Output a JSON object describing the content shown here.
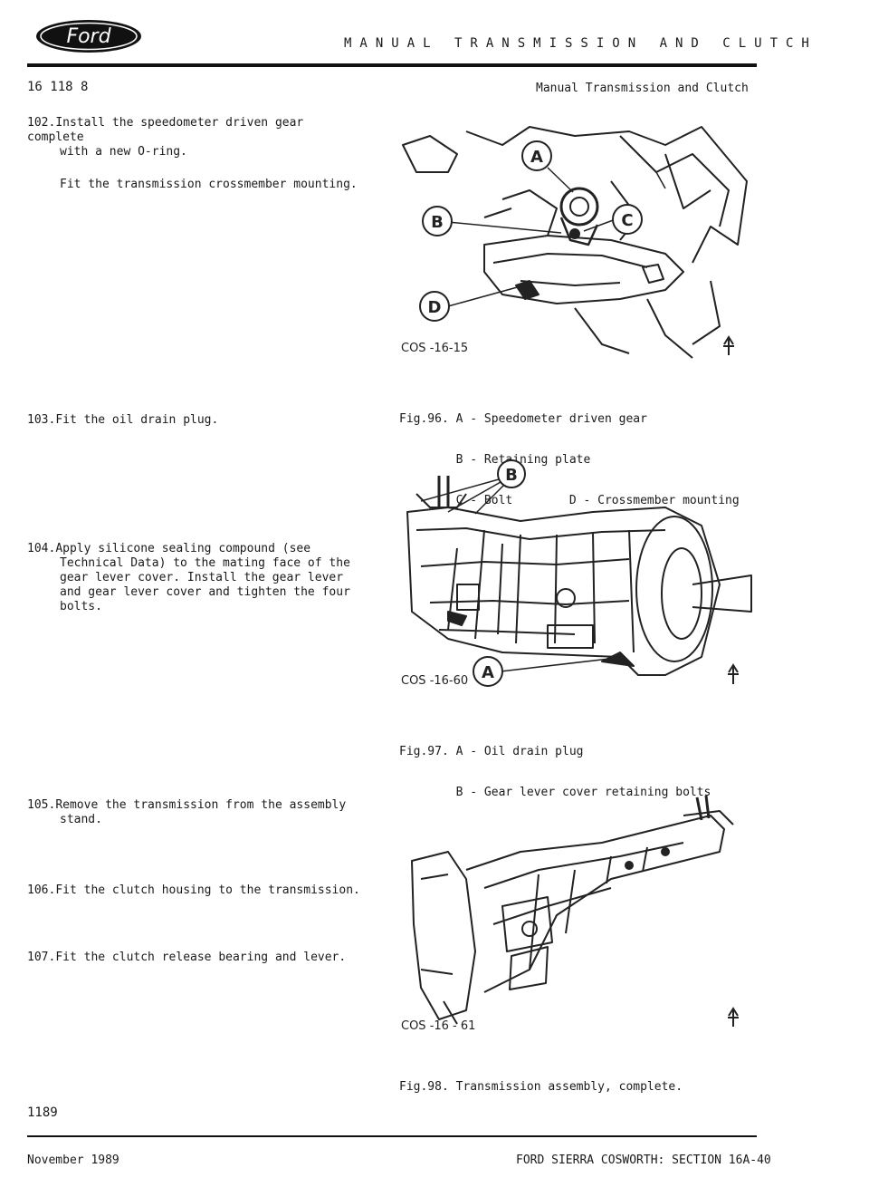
{
  "header": {
    "logo_text": "Ford",
    "title": "MANUAL TRANSMISSION AND CLUTCH",
    "code": "16 118 8",
    "section": "Manual Transmission and Clutch"
  },
  "steps": [
    {
      "num": "102.",
      "lines": [
        "Install the speedometer driven gear complete",
        "with a new O-ring.",
        "",
        "Fit the transmission crossmember mounting."
      ]
    },
    {
      "num": "103.",
      "lines": [
        "Fit the oil drain plug."
      ]
    },
    {
      "num": "104.",
      "lines": [
        "Apply silicone sealing compound (see",
        "Technical Data) to the mating face of the",
        "gear lever cover.  Install the gear lever",
        "and gear lever cover and tighten the four",
        "bolts."
      ]
    },
    {
      "num": "105.",
      "lines": [
        "Remove the transmission from the assembly",
        "stand."
      ]
    },
    {
      "num": "106.",
      "lines": [
        "Fit the clutch housing to the transmission."
      ]
    },
    {
      "num": "107.",
      "lines": [
        "Fit the clutch release bearing and lever."
      ]
    }
  ],
  "figures": [
    {
      "ref": "COS -16-15",
      "callouts": [
        "A",
        "B",
        "C",
        "D"
      ],
      "caption": [
        "Fig.96. A - Speedometer driven gear",
        "        B - Retaining plate",
        "        C - Bolt        D - Crossmember mounting"
      ]
    },
    {
      "ref": "COS -16-60",
      "callouts": [
        "B",
        "A"
      ],
      "caption": [
        "Fig.97. A - Oil drain plug",
        "        B - Gear lever cover retaining bolts"
      ]
    },
    {
      "ref": "COS -16 - 61",
      "callouts": [],
      "caption": [
        "Fig.98. Transmission assembly, complete."
      ]
    }
  ],
  "footer": {
    "page_number": "1189",
    "date": "November 1989",
    "section": "FORD SIERRA COSWORTH: SECTION 16A-40"
  }
}
